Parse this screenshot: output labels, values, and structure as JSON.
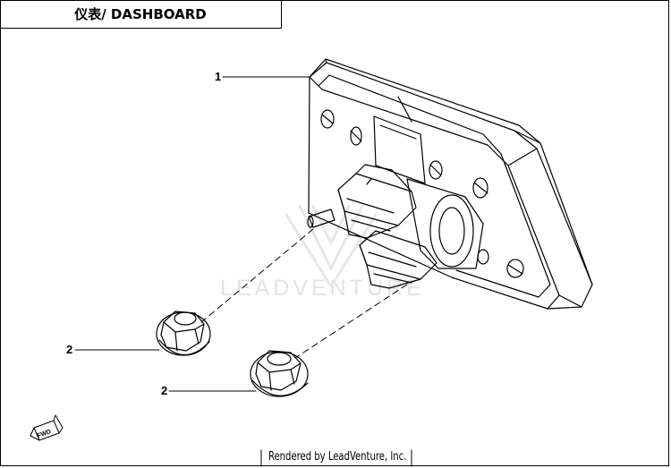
{
  "header": {
    "title": "仪表/ DASHBOARD"
  },
  "callouts": [
    {
      "label": "1"
    },
    {
      "label": "2"
    },
    {
      "label": "2"
    }
  ],
  "watermark": {
    "text": "LEADVENTURE"
  },
  "fwd_badge": {
    "text": "FWD"
  },
  "footer": {
    "text": "Rendered by LeadVenture, Inc."
  },
  "colors": {
    "line": "#000000",
    "background": "#ffffff",
    "watermark": "#e3e3e3"
  }
}
